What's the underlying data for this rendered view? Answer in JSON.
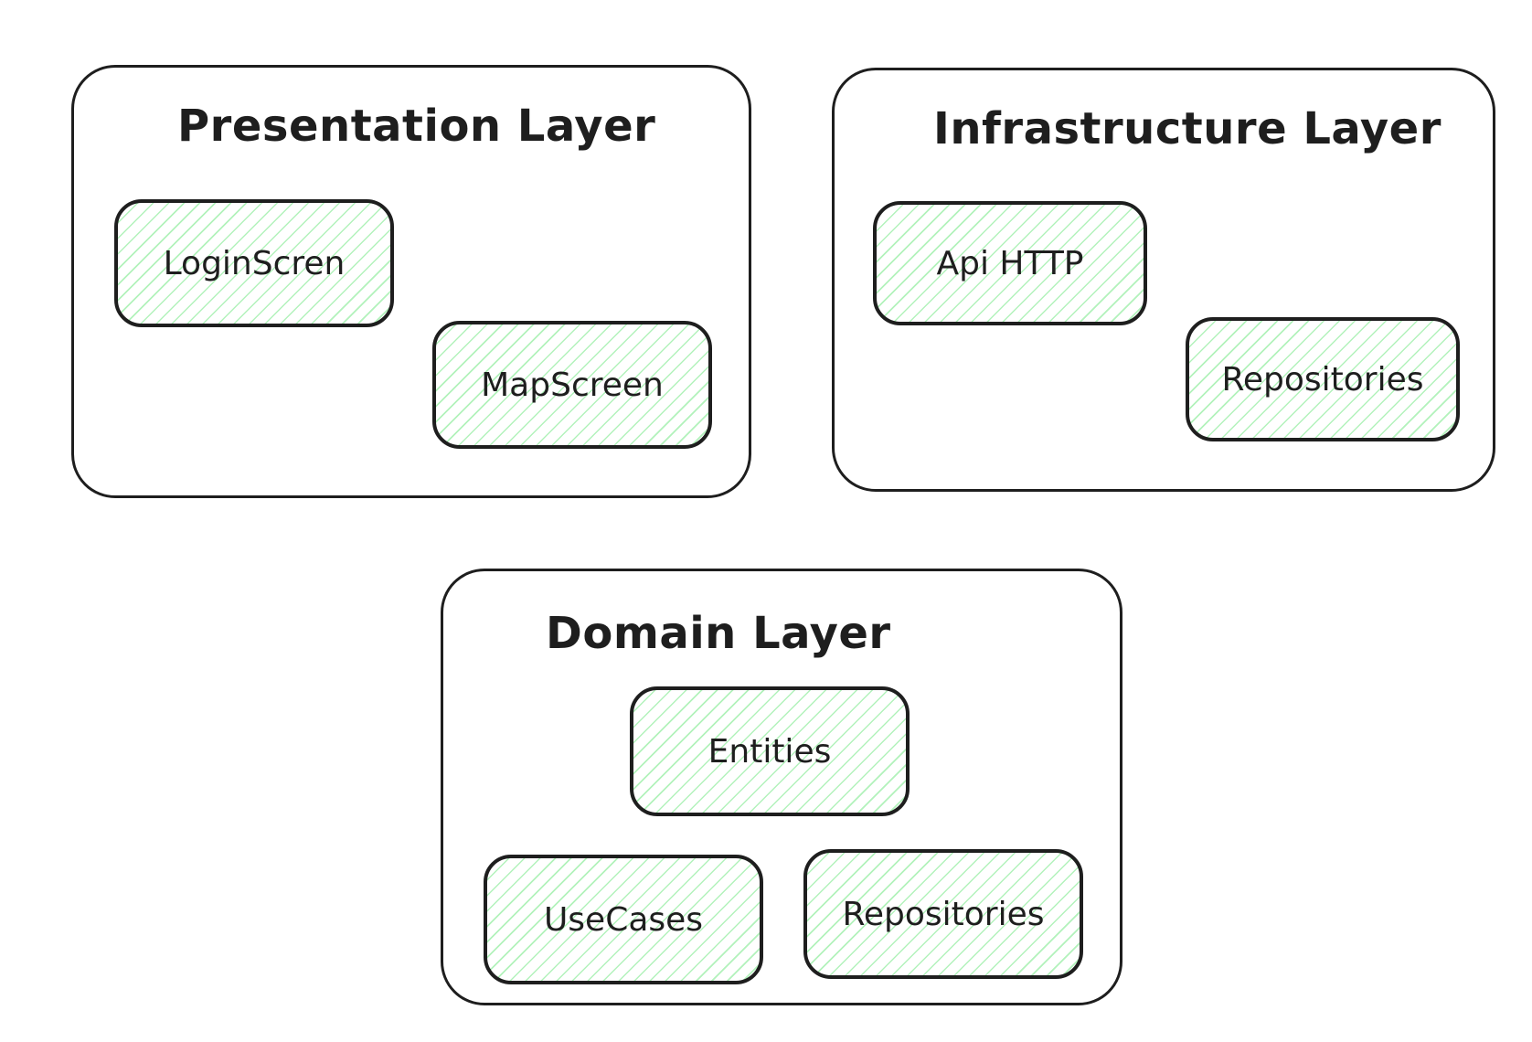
{
  "layers": {
    "presentation": {
      "title": "Presentation Layer",
      "components": {
        "login_screen": "LoginScren",
        "map_screen": "MapScreen"
      }
    },
    "infrastructure": {
      "title": "Infrastructure Layer",
      "components": {
        "api_http": "Api HTTP",
        "repositories": "Repositories"
      }
    },
    "domain": {
      "title": "Domain Layer",
      "components": {
        "entities": "Entities",
        "use_cases": "UseCases",
        "repositories": "Repositories"
      }
    }
  },
  "colors": {
    "stroke": "#1e1e1e",
    "component_hatch": "#b2f2bb",
    "background": "#ffffff"
  }
}
